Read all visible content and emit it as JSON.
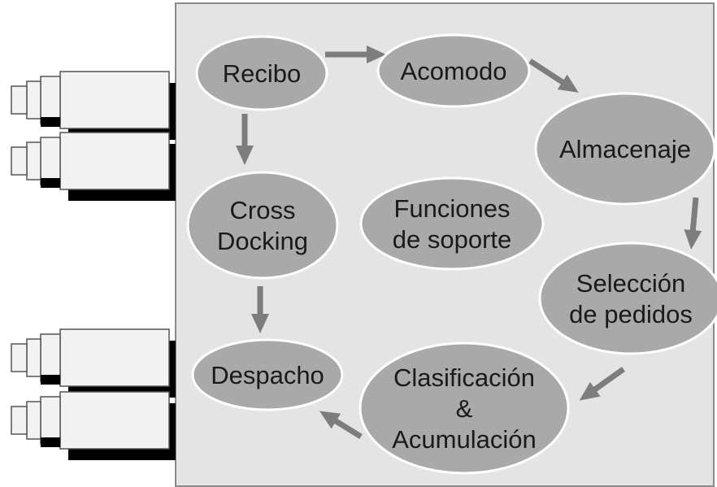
{
  "diagram": {
    "colors": {
      "background": "#ffffff",
      "warehouse_fill": "#e4e4e4",
      "warehouse_border": "#8a8a8a",
      "node_fill": "#a9a9a9",
      "node_border": "#ffffff",
      "arrow": "#7d7d7d",
      "truck_fill": "#f2f2f2",
      "truck_border": "#555555",
      "truck_shadow": "#000000",
      "text": "#1a1a1a"
    },
    "nodes": [
      {
        "id": "recibo",
        "lines": [
          "Recibo"
        ]
      },
      {
        "id": "acomodo",
        "lines": [
          "Acomodo"
        ]
      },
      {
        "id": "almacenaje",
        "lines": [
          "Almacenaje"
        ]
      },
      {
        "id": "cross-docking",
        "lines": [
          "Cross",
          "Docking"
        ]
      },
      {
        "id": "funciones-soporte",
        "lines": [
          "Funciones",
          "de soporte"
        ]
      },
      {
        "id": "seleccion-pedidos",
        "lines": [
          "Selección",
          "de pedidos"
        ]
      },
      {
        "id": "despacho",
        "lines": [
          "Despacho"
        ]
      },
      {
        "id": "clasificacion-acumulacion",
        "lines": [
          "Clasificación",
          "&",
          "Acumulación"
        ]
      }
    ],
    "flows": [
      {
        "from": "recibo",
        "to": "acomodo"
      },
      {
        "from": "acomodo",
        "to": "almacenaje"
      },
      {
        "from": "almacenaje",
        "to": "seleccion-pedidos"
      },
      {
        "from": "seleccion-pedidos",
        "to": "clasificacion-acumulacion"
      },
      {
        "from": "clasificacion-acumulacion",
        "to": "despacho"
      },
      {
        "from": "recibo",
        "to": "cross-docking"
      },
      {
        "from": "cross-docking",
        "to": "despacho"
      }
    ],
    "trucks": {
      "inbound": 2,
      "outbound": 2
    }
  }
}
